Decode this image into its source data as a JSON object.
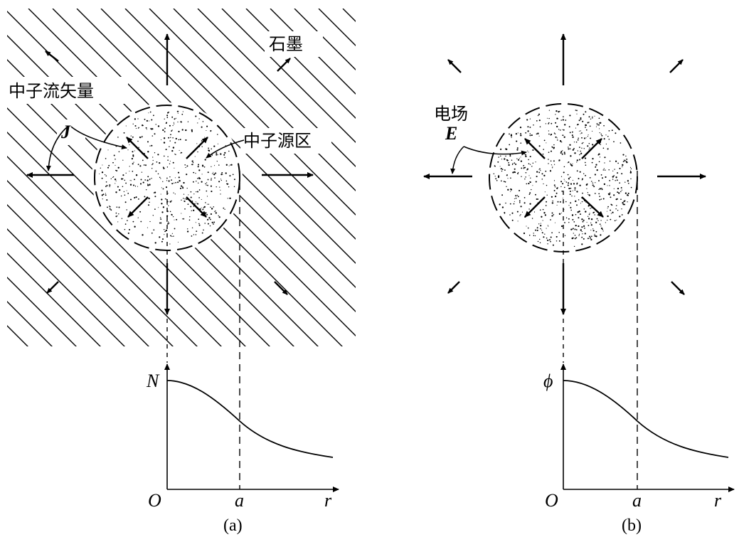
{
  "panel_a": {
    "graphite_label": "石墨",
    "flux_label": "中子流矢量",
    "flux_symbol": "J",
    "source_label": "中子源区",
    "y_axis_label": "N",
    "origin_label": "O",
    "radius_tick_label": "a",
    "x_axis_label": "r",
    "caption": "(a)"
  },
  "panel_b": {
    "field_label": "电场",
    "field_symbol": "E",
    "y_axis_label": "ϕ",
    "origin_label": "O",
    "radius_tick_label": "a",
    "x_axis_label": "r",
    "caption": "(b)"
  },
  "colors": {
    "ink": "#000000",
    "paper": "#ffffff"
  }
}
